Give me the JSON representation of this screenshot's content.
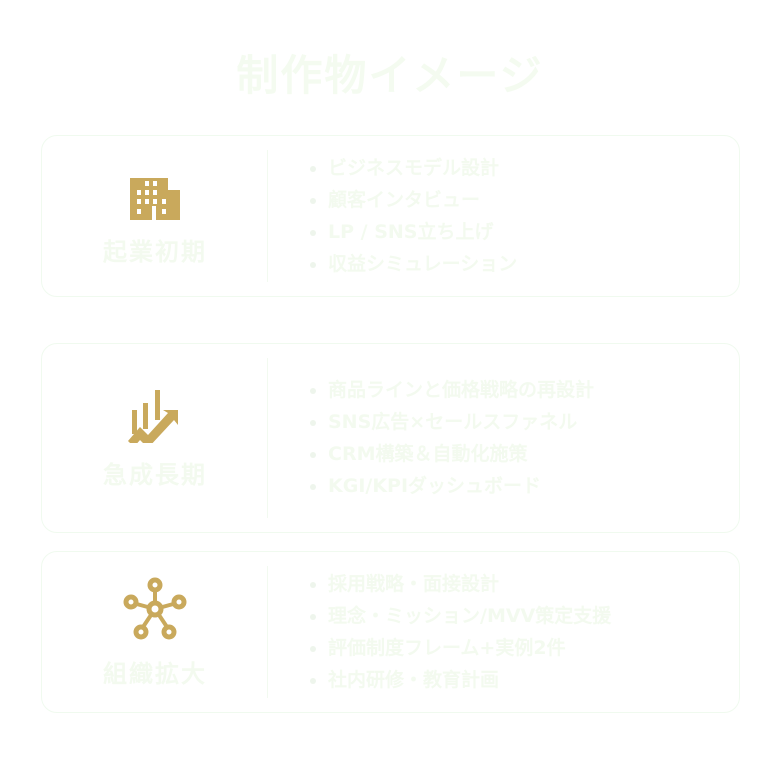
{
  "title": "制作物イメージ",
  "accent_color": "#C9A95C",
  "cards": [
    {
      "icon": "building-icon",
      "stage": "起業初期",
      "items": [
        "ビジネスモデル設計",
        "顧客インタビュー",
        "LP / SNS立ち上げ",
        "収益シミュレーション"
      ]
    },
    {
      "icon": "growth-chart-icon",
      "stage": "急成長期",
      "items": [
        "商品ラインと価格戦略の再設計",
        "SNS広告×セールスファネル",
        "CRM構築＆自動化施策",
        "KGI/KPIダッシュボード"
      ]
    },
    {
      "icon": "network-icon",
      "stage": "組織拡大",
      "items": [
        "採用戦略・面接設計",
        "理念・ミッション/MVV策定支援",
        "評価制度フレーム+実例2件",
        "社内研修・教育計画"
      ]
    }
  ]
}
